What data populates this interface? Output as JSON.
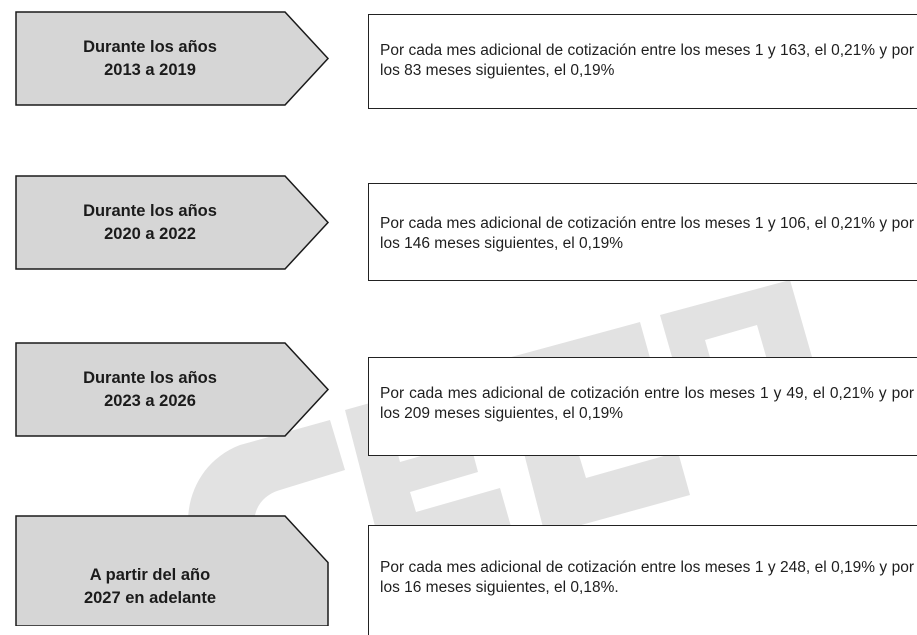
{
  "colors": {
    "arrow_fill": "#d6d6d6",
    "arrow_stroke": "#1a1a1a",
    "watermark": "#e0e0e0",
    "text": "#1e1e1e"
  },
  "rows": [
    {
      "label": "Durante los años\n2013 a 2019",
      "description": "Por cada mes adicional de cotización entre los meses 1 y 163, el 0,21% y por los 83 meses siguientes, el 0,19%"
    },
    {
      "label": "Durante los años\n2020 a 2022",
      "description": "Por cada mes adicional de cotización entre los meses 1 y 106, el 0,21% y por los 146 meses siguientes, el 0,19%"
    },
    {
      "label": "Durante los años\n2023 a 2026",
      "description": "Por cada mes adicional de cotización entre los meses 1 y 49, el 0,21% y por los 209 meses siguientes, el 0,19%"
    },
    {
      "label": "A partir del año\n2027 en adelante",
      "description": "Por cada mes adicional de cotización entre los meses 1 y 248, el 0,19% y por los 16 meses siguientes, el 0,18%."
    }
  ]
}
